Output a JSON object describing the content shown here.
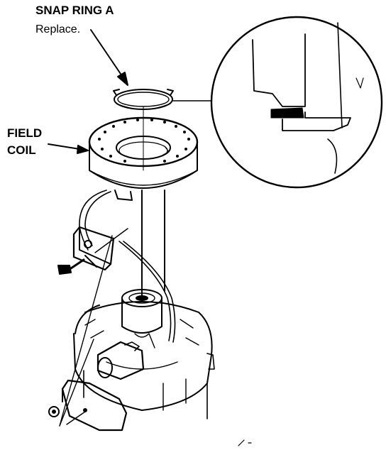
{
  "labels": {
    "snap_ring_title": "SNAP RING A",
    "snap_ring_note": "Replace.",
    "field_coil_line1": "FIELD",
    "field_coil_line2": "COIL"
  },
  "colors": {
    "ink": "#000000",
    "paper": "#ffffff"
  }
}
